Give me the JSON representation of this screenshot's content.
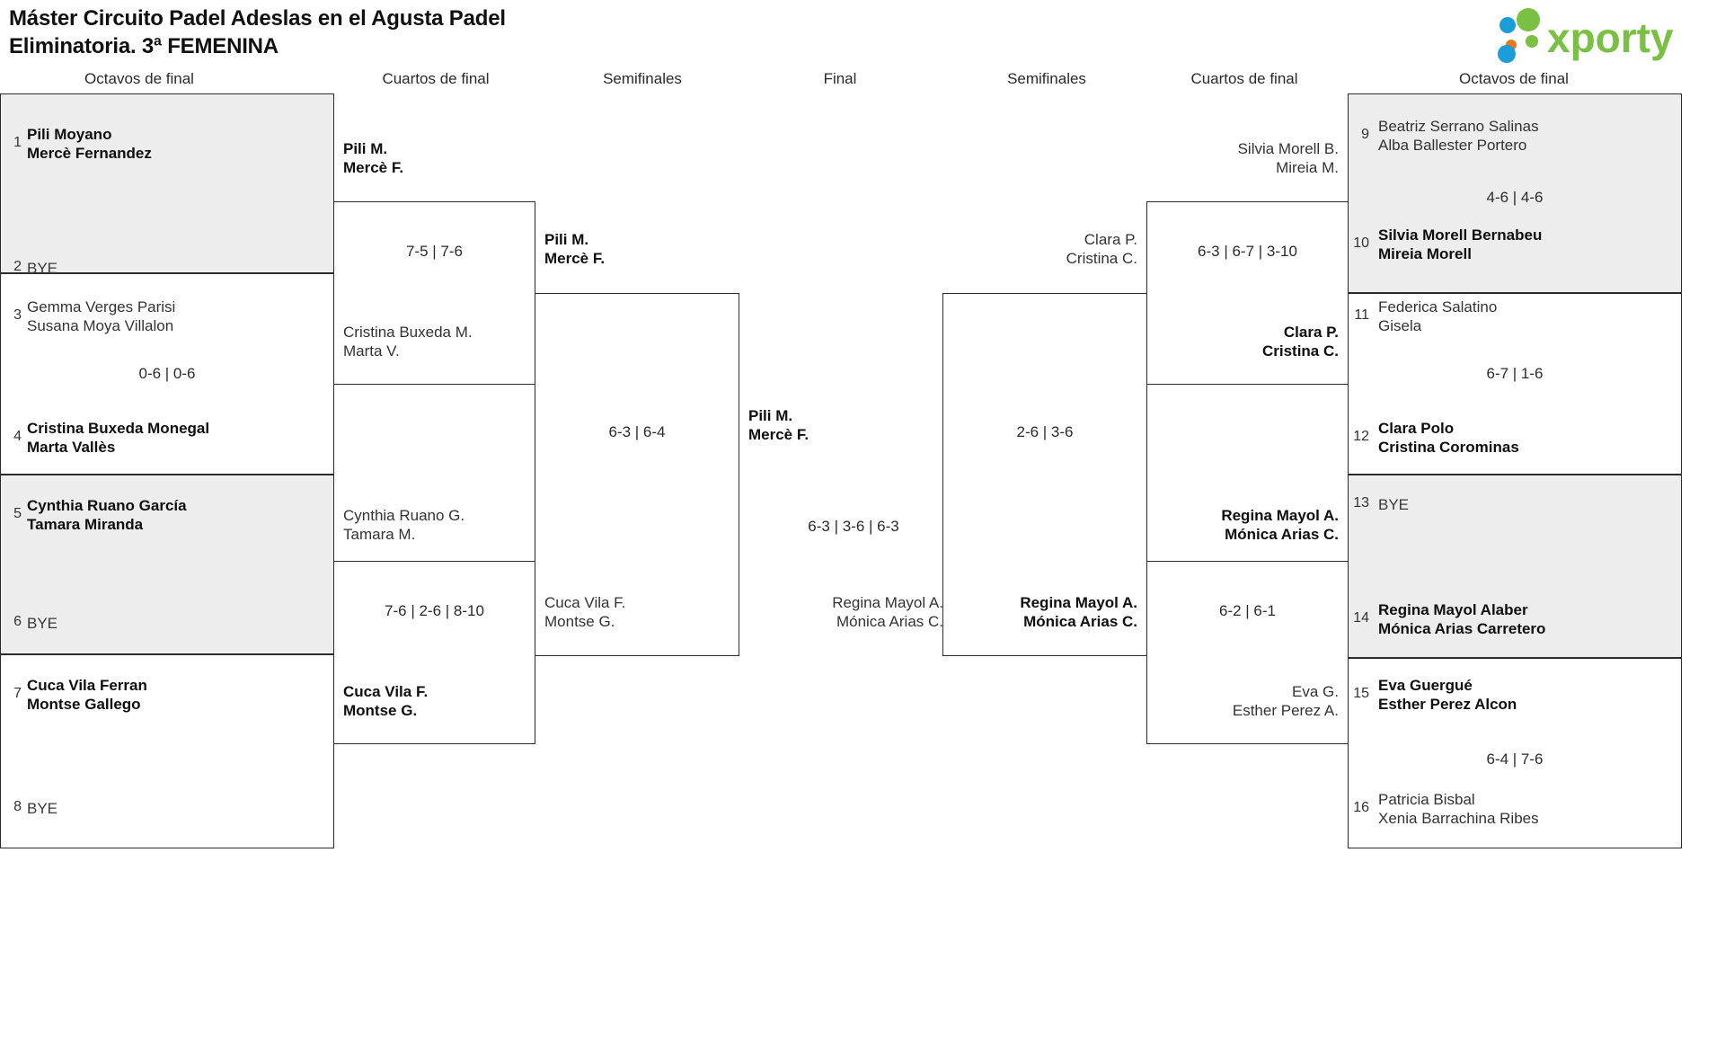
{
  "header": {
    "title_line1": "Máster Circuito Padel Adeslas en el Agusta Padel",
    "title_line2": "Eliminatoria. 3ª FEMENINA",
    "logo_text": "xporty",
    "logo_colors": {
      "green": "#7ac143",
      "orange": "#e8791a",
      "blue": "#1b9dd9"
    }
  },
  "rounds": [
    {
      "label": "Octavos de final"
    },
    {
      "label": "Cuartos de final"
    },
    {
      "label": "Semifinales"
    },
    {
      "label": "Final"
    },
    {
      "label": "Semifinales"
    },
    {
      "label": "Cuartos de final"
    },
    {
      "label": "Octavos de final"
    }
  ],
  "bye_label": "BYE",
  "left": {
    "r16": [
      {
        "seed": "1",
        "p1": "Pili Moyano",
        "p2": "Mercè Fernandez",
        "winner": true
      },
      {
        "seed": "2",
        "p1": "BYE",
        "p2": "",
        "winner": false
      },
      {
        "seed": "3",
        "p1": "Gemma Verges Parisi",
        "p2": "Susana Moya Villalon",
        "winner": false
      },
      {
        "seed": "4",
        "p1": "Cristina Buxeda Monegal",
        "p2": "Marta Vallès",
        "winner": true
      },
      {
        "seed": "5",
        "p1": "Cynthia Ruano García",
        "p2": "Tamara Miranda",
        "winner": true
      },
      {
        "seed": "6",
        "p1": "BYE",
        "p2": "",
        "winner": false
      },
      {
        "seed": "7",
        "p1": "Cuca Vila Ferran",
        "p2": "Montse Gallego",
        "winner": true
      },
      {
        "seed": "8",
        "p1": "BYE",
        "p2": "",
        "winner": false
      }
    ],
    "r16_scores": [
      "",
      "0-6 | 0-6",
      "",
      ""
    ],
    "qf": [
      {
        "p1": "Pili M.",
        "p2": "Mercè F.",
        "winner": true
      },
      {
        "p1": "Cristina Buxeda M.",
        "p2": "Marta V.",
        "winner": false
      },
      {
        "p1": "Cynthia Ruano G.",
        "p2": "Tamara M.",
        "winner": false
      },
      {
        "p1": "Cuca Vila F.",
        "p2": "Montse G.",
        "winner": true
      }
    ],
    "qf_scores": [
      "7-5 | 7-6",
      "7-6 | 2-6 | 8-10"
    ],
    "sf": [
      {
        "p1": "Pili M.",
        "p2": "Mercè F.",
        "winner": true
      },
      {
        "p1": "Cuca Vila F.",
        "p2": "Montse G.",
        "winner": false
      }
    ],
    "sf_score": "6-3 | 6-4",
    "finalist": {
      "p1": "Pili M.",
      "p2": "Mercè F.",
      "winner": true
    }
  },
  "final": {
    "score": "6-3 | 3-6 | 6-3"
  },
  "right": {
    "r16": [
      {
        "seed": "9",
        "p1": "Beatriz Serrano Salinas",
        "p2": "Alba Ballester Portero",
        "winner": false
      },
      {
        "seed": "10",
        "p1": "Silvia Morell Bernabeu",
        "p2": "Mireia Morell",
        "winner": true
      },
      {
        "seed": "11",
        "p1": "Federica Salatino",
        "p2": "Gisela",
        "winner": false
      },
      {
        "seed": "12",
        "p1": "Clara Polo",
        "p2": "Cristina Corominas",
        "winner": true
      },
      {
        "seed": "13",
        "p1": "BYE",
        "p2": "",
        "winner": false
      },
      {
        "seed": "14",
        "p1": "Regina Mayol Alaber",
        "p2": "Mónica Arias Carretero",
        "winner": true
      },
      {
        "seed": "15",
        "p1": "Eva Guergué",
        "p2": "Esther Perez Alcon",
        "winner": true
      },
      {
        "seed": "16",
        "p1": "Patricia Bisbal",
        "p2": "Xenia Barrachina Ribes",
        "winner": false
      }
    ],
    "r16_scores": [
      "4-6 | 4-6",
      "6-7 | 1-6",
      "",
      "6-4 | 7-6"
    ],
    "qf": [
      {
        "p1": "Silvia Morell B.",
        "p2": "Mireia M.",
        "winner": false
      },
      {
        "p1": "Clara P.",
        "p2": "Cristina C.",
        "winner": true
      },
      {
        "p1": "Regina Mayol A.",
        "p2": "Mónica Arias C.",
        "winner": true
      },
      {
        "p1": "Eva G.",
        "p2": "Esther Perez A.",
        "winner": false
      }
    ],
    "qf_scores": [
      "6-3 | 6-7 | 3-10",
      "6-2 | 6-1"
    ],
    "sf": [
      {
        "p1": "Clara P.",
        "p2": "Cristina C.",
        "winner": false
      },
      {
        "p1": "Regina Mayol A.",
        "p2": "Mónica Arias C.",
        "winner": true
      }
    ],
    "sf_score": "2-6 | 3-6",
    "finalist": {
      "p1": "Regina Mayol A.",
      "p2": "Mónica Arias C.",
      "winner": false
    }
  }
}
